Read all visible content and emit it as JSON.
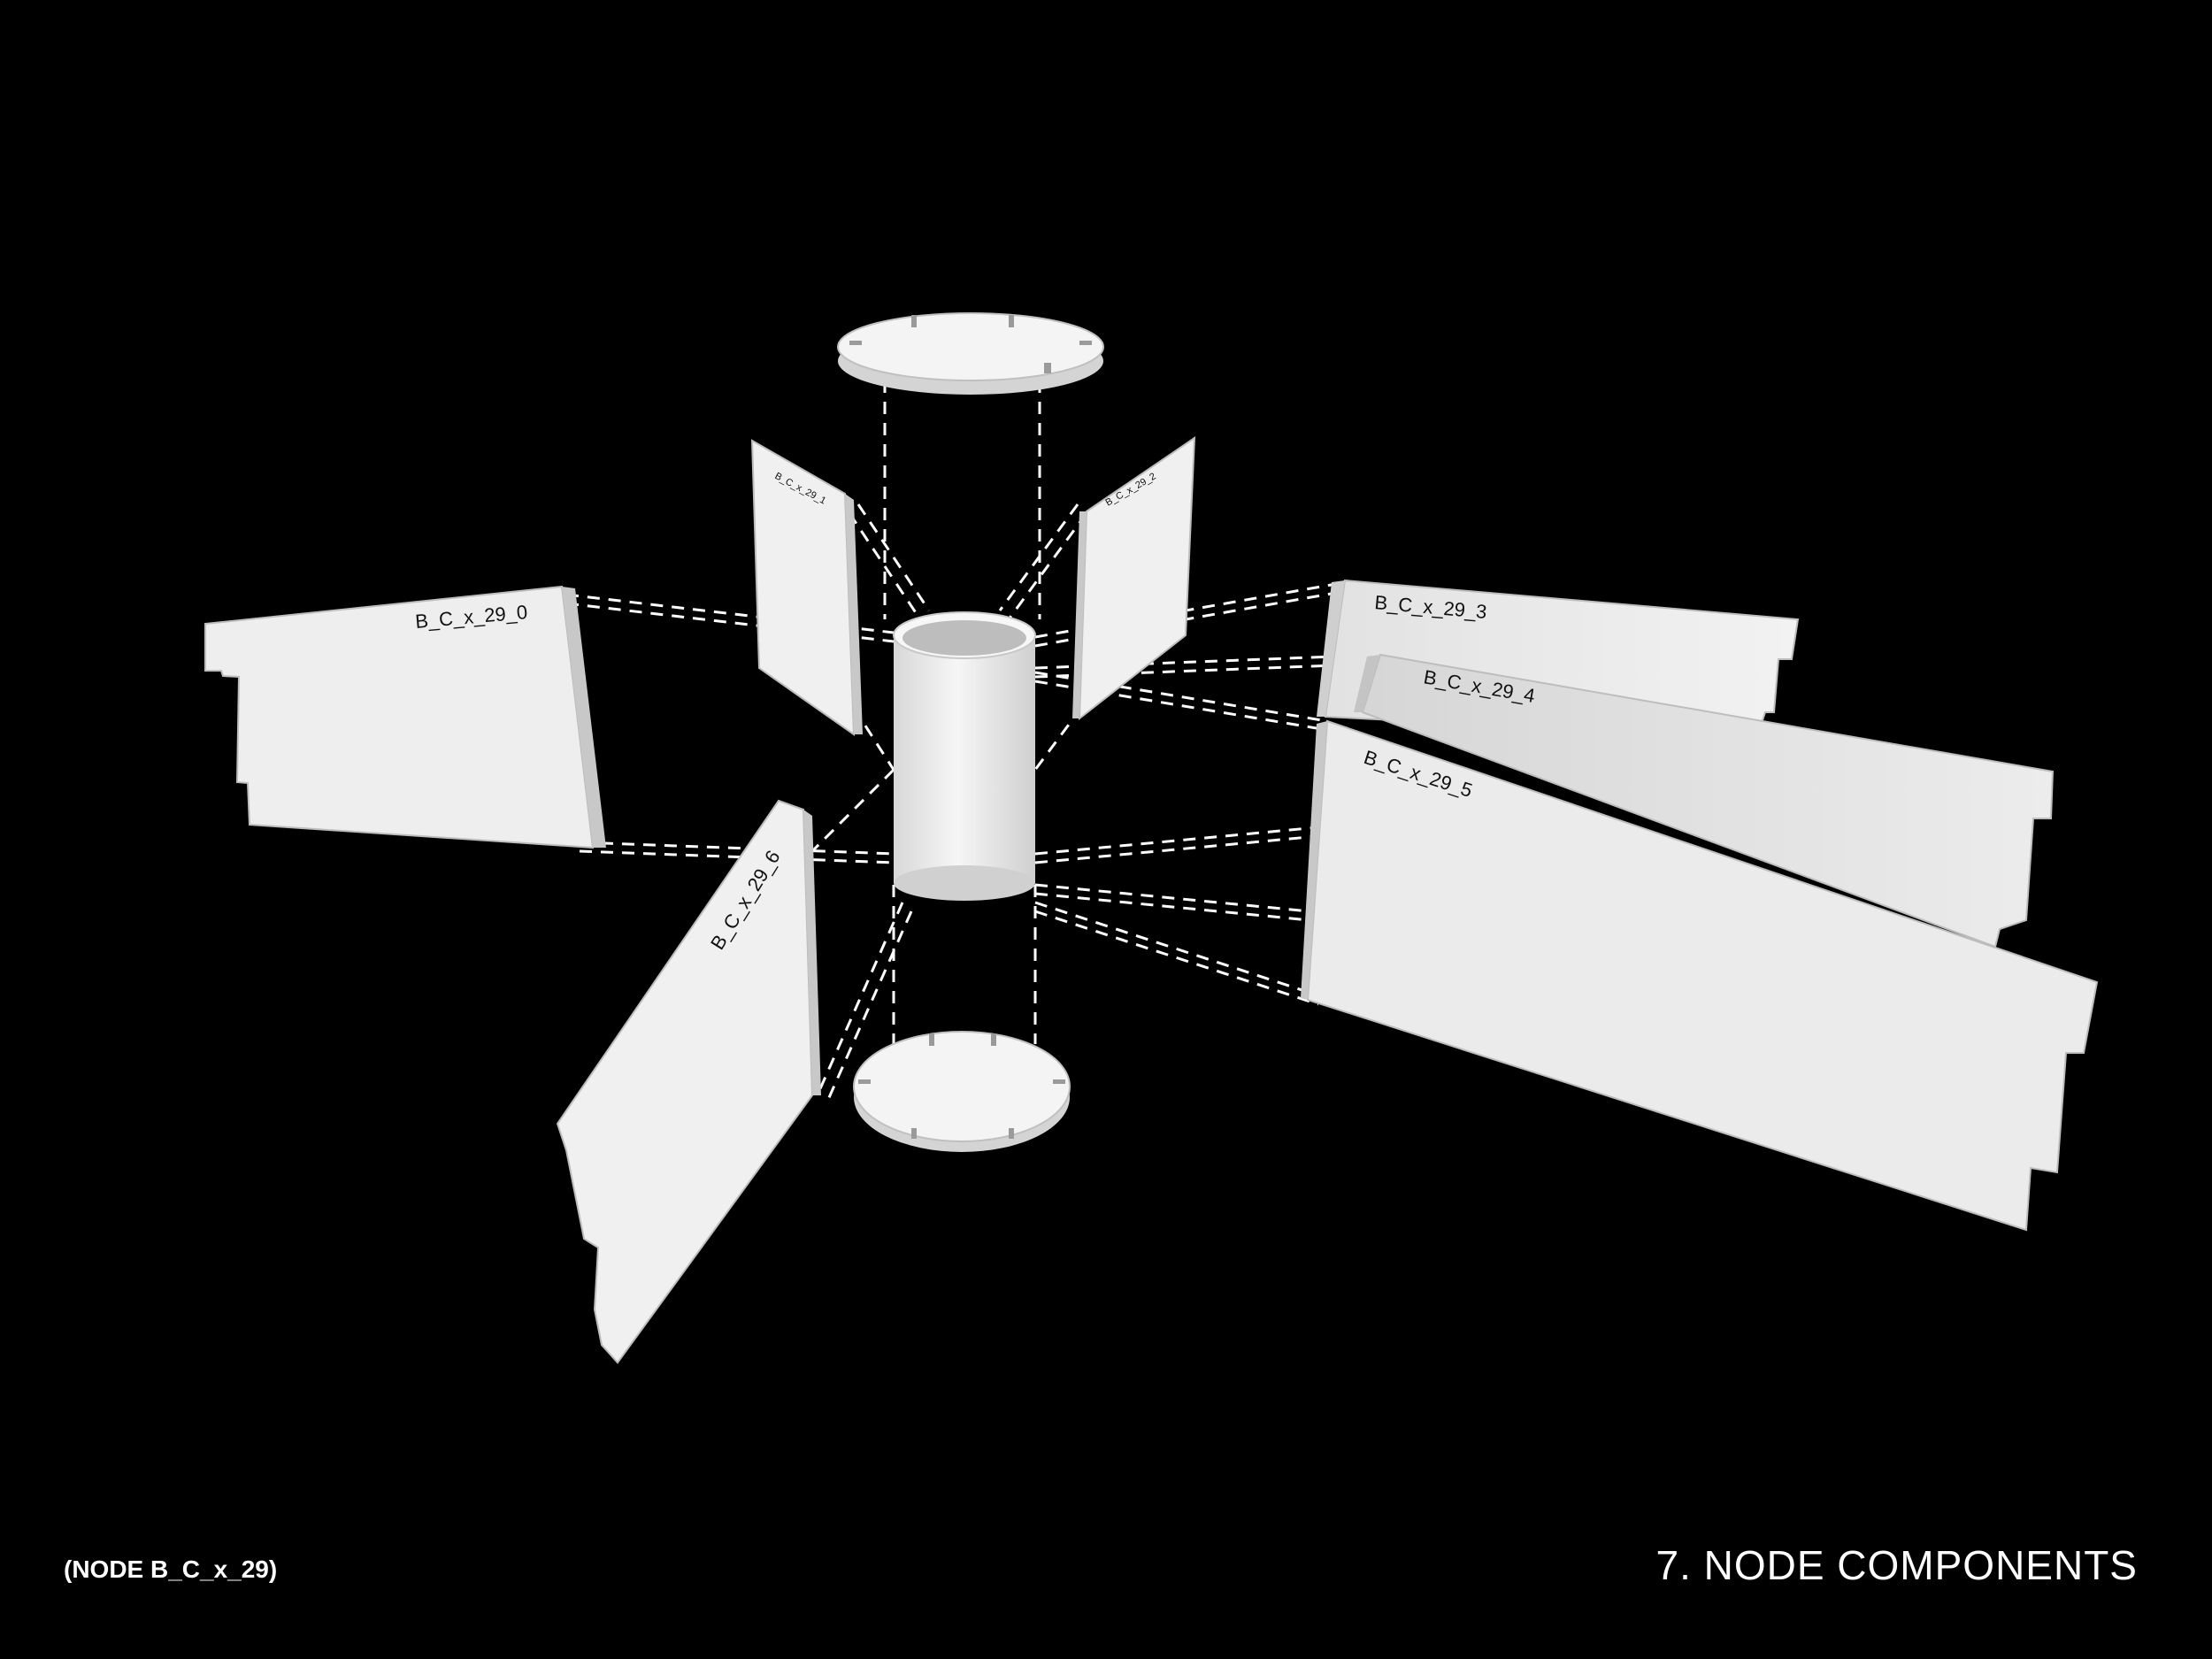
{
  "node_caption": "(NODE B_C_x_29)",
  "section_title": "7.  NODE COMPONENTS",
  "panels": [
    {
      "id": "panel-0",
      "label": "B_C_x_29_0"
    },
    {
      "id": "panel-1",
      "label": "B_C_x_29_1"
    },
    {
      "id": "panel-2",
      "label": "B_C_x_29_2"
    },
    {
      "id": "panel-3",
      "label": "B_C_x_29_3"
    },
    {
      "id": "panel-4",
      "label": "B_C_x_29_4"
    },
    {
      "id": "panel-5",
      "label": "B_C_x_29_5"
    },
    {
      "id": "panel-6",
      "label": "B_C_x_29_6"
    }
  ],
  "colors": {
    "background": "#000000",
    "component": "#efefef",
    "component_shade": "#cfcfcf",
    "connector": "#ffffff",
    "text": "#ffffff",
    "label": "#111111"
  }
}
